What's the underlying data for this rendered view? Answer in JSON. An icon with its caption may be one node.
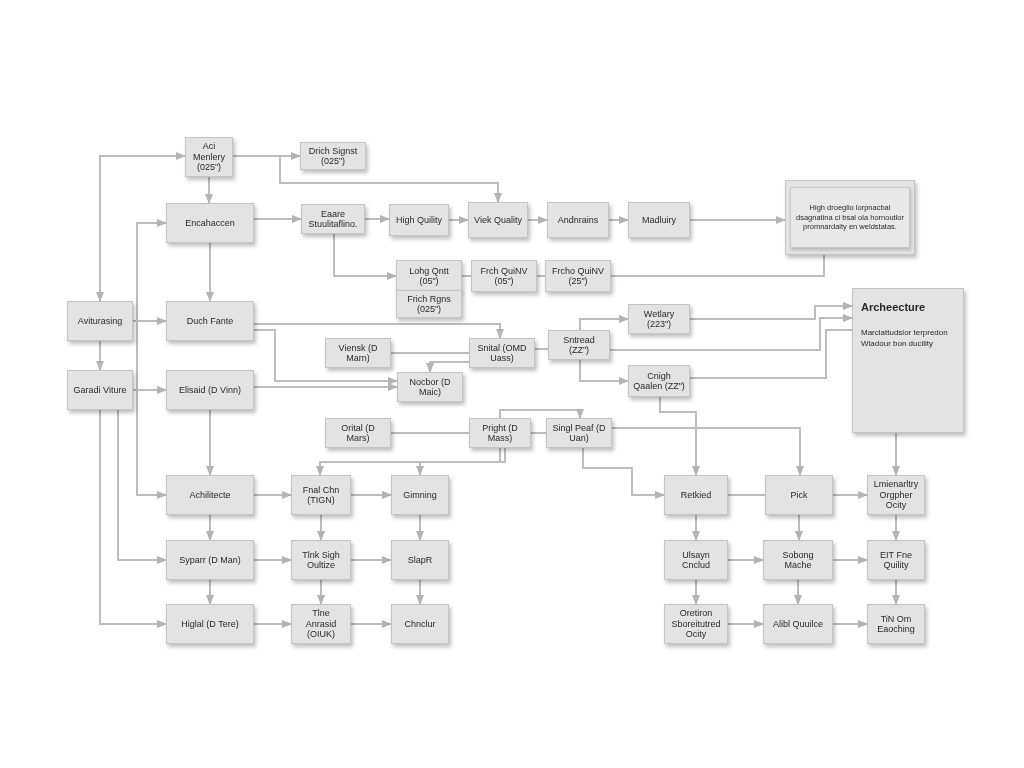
{
  "diagram": {
    "nodes": [
      {
        "text": [
          "Aci Menlery (025\")"
        ]
      },
      {
        "text": [
          "Drich Signst (025\")"
        ]
      },
      {
        "text": [
          "Encahaccen"
        ]
      },
      {
        "text": [
          "Eaare Stuulitaflino."
        ]
      },
      {
        "text": [
          "High Quility"
        ]
      },
      {
        "text": [
          "Viek Quality"
        ]
      },
      {
        "text": [
          "Andnrains"
        ]
      },
      {
        "text": [
          "Madluiry"
        ]
      },
      {
        "text": [
          "High droeglio lorpnacbal dsagnatina ci bsal ola hornoutlor promnardaity en weldstatas."
        ]
      },
      {
        "text": [
          "Lohg Qntt (05\")"
        ]
      },
      {
        "text": [
          "Frch QuiNV (05\")"
        ]
      },
      {
        "text": [
          "Frcho QuiNV (25\")"
        ]
      },
      {
        "text": [
          "Aviturasing"
        ]
      },
      {
        "text": [
          "Duch Fante"
        ]
      },
      {
        "text": [
          "Frich Rgns (025\")"
        ]
      },
      {
        "text": [
          "Wetlary (223\")"
        ]
      },
      {
        "text": [
          "Archeecture",
          "Marclattudsior terpredon Wiadour bon ducility"
        ]
      },
      {
        "text": [
          "Viensk (D Marn)"
        ]
      },
      {
        "text": [
          "Snital (OMD Uass)"
        ]
      },
      {
        "text": [
          "Sntread (ZZ\")"
        ]
      },
      {
        "text": [
          "Garadi Viture"
        ]
      },
      {
        "text": [
          "Elisaid (D Vinn)"
        ]
      },
      {
        "text": [
          "Nocbor (D Maic)"
        ]
      },
      {
        "text": [
          "Cnigh Qaalen (ZZ\")"
        ]
      },
      {
        "text": [
          "Orital (D Mars)"
        ]
      },
      {
        "text": [
          "Pright (D Mass)"
        ]
      },
      {
        "text": [
          "Singl Peaf (D Uan)"
        ]
      },
      {
        "text": [
          "Achilitecte"
        ]
      },
      {
        "text": [
          "Fnal Chn (TIGN)"
        ]
      },
      {
        "text": [
          "Gimning"
        ]
      },
      {
        "text": [
          "Retkied"
        ]
      },
      {
        "text": [
          "Pick"
        ]
      },
      {
        "text": [
          "Lmienarltry Orgpher Ocity"
        ]
      },
      {
        "text": [
          "Syparr (D Man)"
        ]
      },
      {
        "text": [
          "Tlnk Sigh Oultize"
        ]
      },
      {
        "text": [
          "SlapR"
        ]
      },
      {
        "text": [
          "Ulsayn Cnclud"
        ]
      },
      {
        "text": [
          "Sobong Mache"
        ]
      },
      {
        "text": [
          "EIT Fne Quility"
        ]
      },
      {
        "text": [
          "Higlal (D Tere)"
        ]
      },
      {
        "text": [
          "Tlne Anrasid (OIUK)"
        ]
      },
      {
        "text": [
          "Chnclur"
        ]
      },
      {
        "text": [
          "Oretiron Sboreitutred Ocity"
        ]
      },
      {
        "text": [
          "Alibl Quuilce"
        ]
      },
      {
        "text": [
          "TiN Om Eaoching"
        ]
      }
    ],
    "edges": [
      {
        "from": 0,
        "to": 1,
        "arrow": "to"
      },
      {
        "from": 0,
        "to": 2,
        "arrow": "to"
      },
      {
        "from": 0,
        "to": 5,
        "arrow": "to"
      },
      {
        "from": 0,
        "to": 12,
        "arrow": "both"
      },
      {
        "from": 2,
        "to": 3,
        "arrow": "to"
      },
      {
        "from": 3,
        "to": 4,
        "arrow": "to"
      },
      {
        "from": 4,
        "to": 5,
        "arrow": "to"
      },
      {
        "from": 5,
        "to": 6,
        "arrow": "to"
      },
      {
        "from": 6,
        "to": 7,
        "arrow": "to"
      },
      {
        "from": 7,
        "to": 8,
        "arrow": "to"
      },
      {
        "from": 3,
        "to": 9,
        "arrow": "to"
      },
      {
        "from": 9,
        "to": 10,
        "arrow": "none"
      },
      {
        "from": 10,
        "to": 11,
        "arrow": "none"
      },
      {
        "from": 11,
        "to": 8,
        "arrow": "none"
      },
      {
        "from": 2,
        "to": 13,
        "arrow": "to"
      },
      {
        "from": 12,
        "to": 13,
        "arrow": "to"
      },
      {
        "from": 12,
        "to": 20,
        "arrow": "to"
      },
      {
        "from": 20,
        "to": 21,
        "arrow": "to"
      },
      {
        "from": 27,
        "to": 2,
        "arrow": "both"
      },
      {
        "from": 20,
        "to": 33,
        "arrow": "to"
      },
      {
        "from": 20,
        "to": 39,
        "arrow": "to"
      },
      {
        "from": 13,
        "to": 18,
        "arrow": "to"
      },
      {
        "from": 13,
        "to": 22,
        "arrow": "to"
      },
      {
        "from": 21,
        "to": 22,
        "arrow": "to"
      },
      {
        "from": 17,
        "to": 18,
        "arrow": "none"
      },
      {
        "from": 18,
        "to": 22,
        "arrow": "to"
      },
      {
        "from": 18,
        "to": 19,
        "arrow": "none"
      },
      {
        "from": 19,
        "to": 15,
        "arrow": "to"
      },
      {
        "from": 19,
        "to": 23,
        "arrow": "to"
      },
      {
        "from": 15,
        "to": 16,
        "arrow": "to"
      },
      {
        "from": 19,
        "to": 16,
        "arrow": "to"
      },
      {
        "from": 23,
        "to": 16,
        "arrow": "none"
      },
      {
        "from": 23,
        "to": 30,
        "arrow": "to"
      },
      {
        "from": 24,
        "to": 25,
        "arrow": "none"
      },
      {
        "from": 25,
        "to": 26,
        "arrow": "none"
      },
      {
        "from": 25,
        "to": 26,
        "arrow": "to"
      },
      {
        "from": 25,
        "to": 28,
        "arrow": "to"
      },
      {
        "from": 25,
        "to": 29,
        "arrow": "to"
      },
      {
        "from": 26,
        "to": 30,
        "arrow": "to"
      },
      {
        "from": 26,
        "to": 31,
        "arrow": "to"
      },
      {
        "from": 16,
        "to": 32,
        "arrow": "to"
      },
      {
        "from": 21,
        "to": 27,
        "arrow": "to"
      },
      {
        "from": 30,
        "to": 31,
        "arrow": "none"
      },
      {
        "from": 31,
        "to": 32,
        "arrow": "to"
      },
      {
        "from": 27,
        "to": 28,
        "arrow": "to"
      },
      {
        "from": 28,
        "to": 29,
        "arrow": "to"
      },
      {
        "from": 27,
        "to": 33,
        "arrow": "to"
      },
      {
        "from": 28,
        "to": 34,
        "arrow": "to"
      },
      {
        "from": 29,
        "to": 35,
        "arrow": "to"
      },
      {
        "from": 33,
        "to": 34,
        "arrow": "to"
      },
      {
        "from": 34,
        "to": 35,
        "arrow": "to"
      },
      {
        "from": 33,
        "to": 39,
        "arrow": "to"
      },
      {
        "from": 34,
        "to": 40,
        "arrow": "to"
      },
      {
        "from": 35,
        "to": 41,
        "arrow": "to"
      },
      {
        "from": 39,
        "to": 40,
        "arrow": "to"
      },
      {
        "from": 40,
        "to": 41,
        "arrow": "to"
      },
      {
        "from": 30,
        "to": 36,
        "arrow": "to"
      },
      {
        "from": 31,
        "to": 37,
        "arrow": "to"
      },
      {
        "from": 32,
        "to": 38,
        "arrow": "to"
      },
      {
        "from": 36,
        "to": 37,
        "arrow": "to"
      },
      {
        "from": 37,
        "to": 38,
        "arrow": "to"
      },
      {
        "from": 36,
        "to": 42,
        "arrow": "to"
      },
      {
        "from": 37,
        "to": 43,
        "arrow": "to"
      },
      {
        "from": 38,
        "to": 44,
        "arrow": "to"
      },
      {
        "from": 42,
        "to": 43,
        "arrow": "to"
      },
      {
        "from": 43,
        "to": 44,
        "arrow": "to"
      }
    ]
  }
}
